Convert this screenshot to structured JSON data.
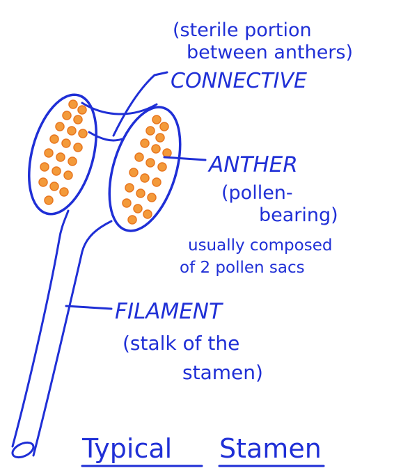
{
  "labels": {
    "connective_note_line1": "(sterile portion",
    "connective_note_line2": "between anthers)",
    "connective": "CONNECTIVE",
    "anther": "ANTHER",
    "anther_note_line1": "(pollen-",
    "anther_note_line2": "bearing)",
    "anther_detail_line1": "usually composed",
    "anther_detail_line2": "of 2 pollen sacs",
    "filament": "FILAMENT",
    "filament_note_line1": "(stalk of the",
    "filament_note_line2": "stamen)",
    "title_word1": "Typical",
    "title_word2": "Stamen"
  },
  "colors": {
    "ink": "#1f2fd6",
    "pollen_fill": "#f39a3a",
    "pollen_stroke": "#e87720",
    "background": "#ffffff"
  }
}
